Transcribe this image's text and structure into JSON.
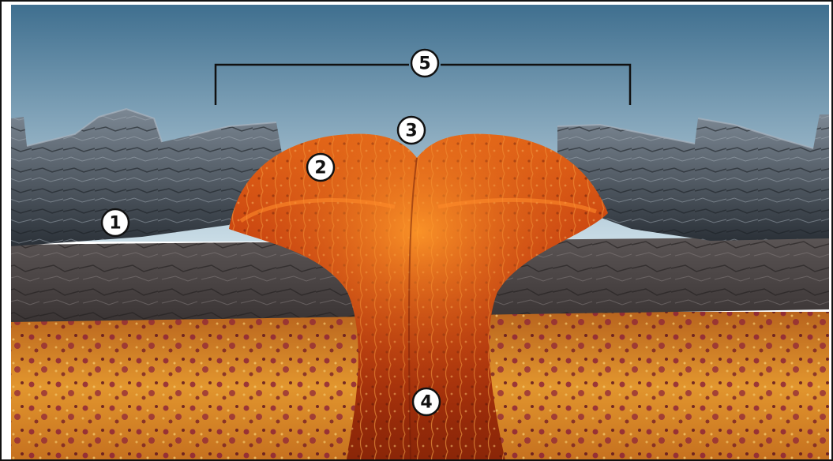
{
  "diagram": {
    "labels": [
      {
        "id": "label-1",
        "text": "1"
      },
      {
        "id": "label-2",
        "text": "2"
      },
      {
        "id": "label-3",
        "text": "3"
      },
      {
        "id": "label-4",
        "text": "4"
      },
      {
        "id": "label-5",
        "text": "5"
      }
    ],
    "colors": {
      "sky_top": "#3f6f8f",
      "sky_bottom": "#c9dce6",
      "rock_light": "#6d7a86",
      "rock_dark": "#2b3138",
      "crust": "#4a4444",
      "mantle": "#d98a2a",
      "mantle_spot": "#8a1f3a",
      "magma": "#c8380c",
      "magma_bright": "#f07a1a",
      "bracket": "#111111"
    }
  }
}
